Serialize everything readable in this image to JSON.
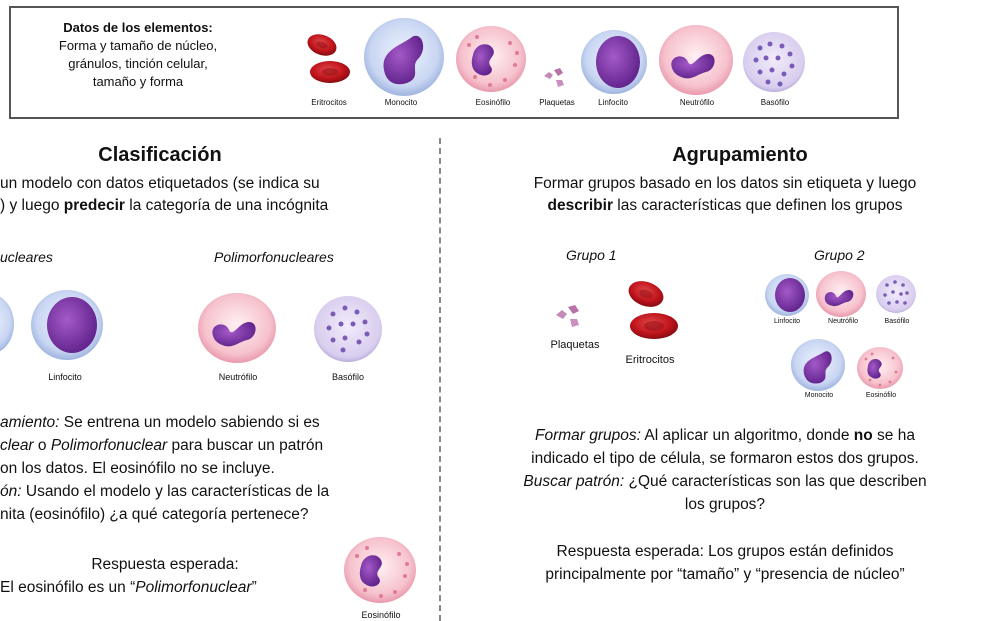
{
  "top_box": {
    "title": "Datos de los elementos:",
    "line1": "Forma y tamaño de núcleo,",
    "line2": "gránulos, tinción celular,",
    "line3": "tamaño y forma",
    "cells": {
      "eritrocitos": "Eritrocitos",
      "monocito": "Monocito",
      "eosinofilo": "Eosinófilo",
      "plaquetas": "Plaquetas",
      "linfocito": "Linfocito",
      "neutrofilo": "Neutrófilo",
      "basofilo": "Basófilo"
    }
  },
  "left": {
    "title": "Clasificación",
    "intro_line1": "un modelo con datos etiquetados (se indica su",
    "intro_line2_pre": ") y luego ",
    "intro_line2_bold": "predecir",
    "intro_line2_post": " la categoría de una incógnita",
    "group_mono": "ucleares",
    "group_poly": "Polimorfonucleares",
    "cell_linfocito": "Linfocito",
    "cell_neutrofilo": "Neutrófilo",
    "cell_basofilo": "Basófilo",
    "p1_italic": "amiento:",
    "p1_rest": " Se entrena un modelo sabiendo si es",
    "p2_italic1": "clear",
    "p2_mid": " o ",
    "p2_italic2": "Polimorfonuclear",
    "p2_rest": " para buscar un patrón",
    "p3": "on los datos. El eosinófilo no se incluye.",
    "p4_italic": "ón:",
    "p4_rest": " Usando el modelo y las características de la",
    "p5": "nita (eosinófilo) ¿a qué categoría pertenece?",
    "answer_title": "Respuesta esperada:",
    "answer_pre": "El eosinófilo es un “",
    "answer_italic": "Polimorfonuclear",
    "answer_post": "”",
    "cell_eosinofilo": "Eosinófilo"
  },
  "right": {
    "title": "Agrupamiento",
    "intro_line1": "Formar grupos basado en los datos sin etiqueta y luego",
    "intro_line2_bold": "describir",
    "intro_line2_rest": " las características que definen los grupos",
    "group1": "Grupo 1",
    "group2": "Grupo 2",
    "plaquetas": "Plaquetas",
    "eritrocitos": "Eritrocitos",
    "g2_linfocito": "Linfocito",
    "g2_neutrofilo": "Neutrófilo",
    "g2_basofilo": "Basófilo",
    "g2_monocito": "Monocito",
    "g2_eosinofilo": "Eosinófilo",
    "p1_italic": "Formar grupos:",
    "p1_pre": " Al aplicar un algoritmo, donde ",
    "p1_bold": "no",
    "p1_post": " se ha",
    "p2": "indicado el tipo de célula, se formaron estos dos grupos.",
    "p3_italic": "Buscar patrón:",
    "p3_rest": " ¿Qué características son las que describen",
    "p4": "los grupos?",
    "answer1": "Respuesta esperada: Los grupos están definidos",
    "answer2": "principalmente por “tamaño” y “presencia de núcleo”"
  }
}
